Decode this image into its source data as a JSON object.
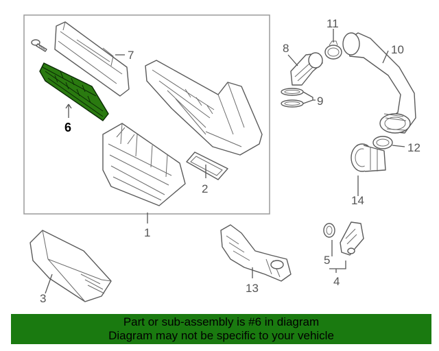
{
  "callouts": {
    "c1": "1",
    "c2": "2",
    "c3": "3",
    "c4": "4",
    "c5": "5",
    "c6": "6",
    "c7": "7",
    "c8": "8",
    "c9": "9",
    "c10": "10",
    "c11": "11",
    "c12": "12",
    "c13": "13",
    "c14": "14"
  },
  "highlight": {
    "part": "6",
    "color": "#1a7a10"
  },
  "banner": {
    "line1": "Part or sub-assembly is #6 in diagram",
    "line2": "Diagram may not be specific to your vehicle",
    "color": "#1a7a10"
  }
}
